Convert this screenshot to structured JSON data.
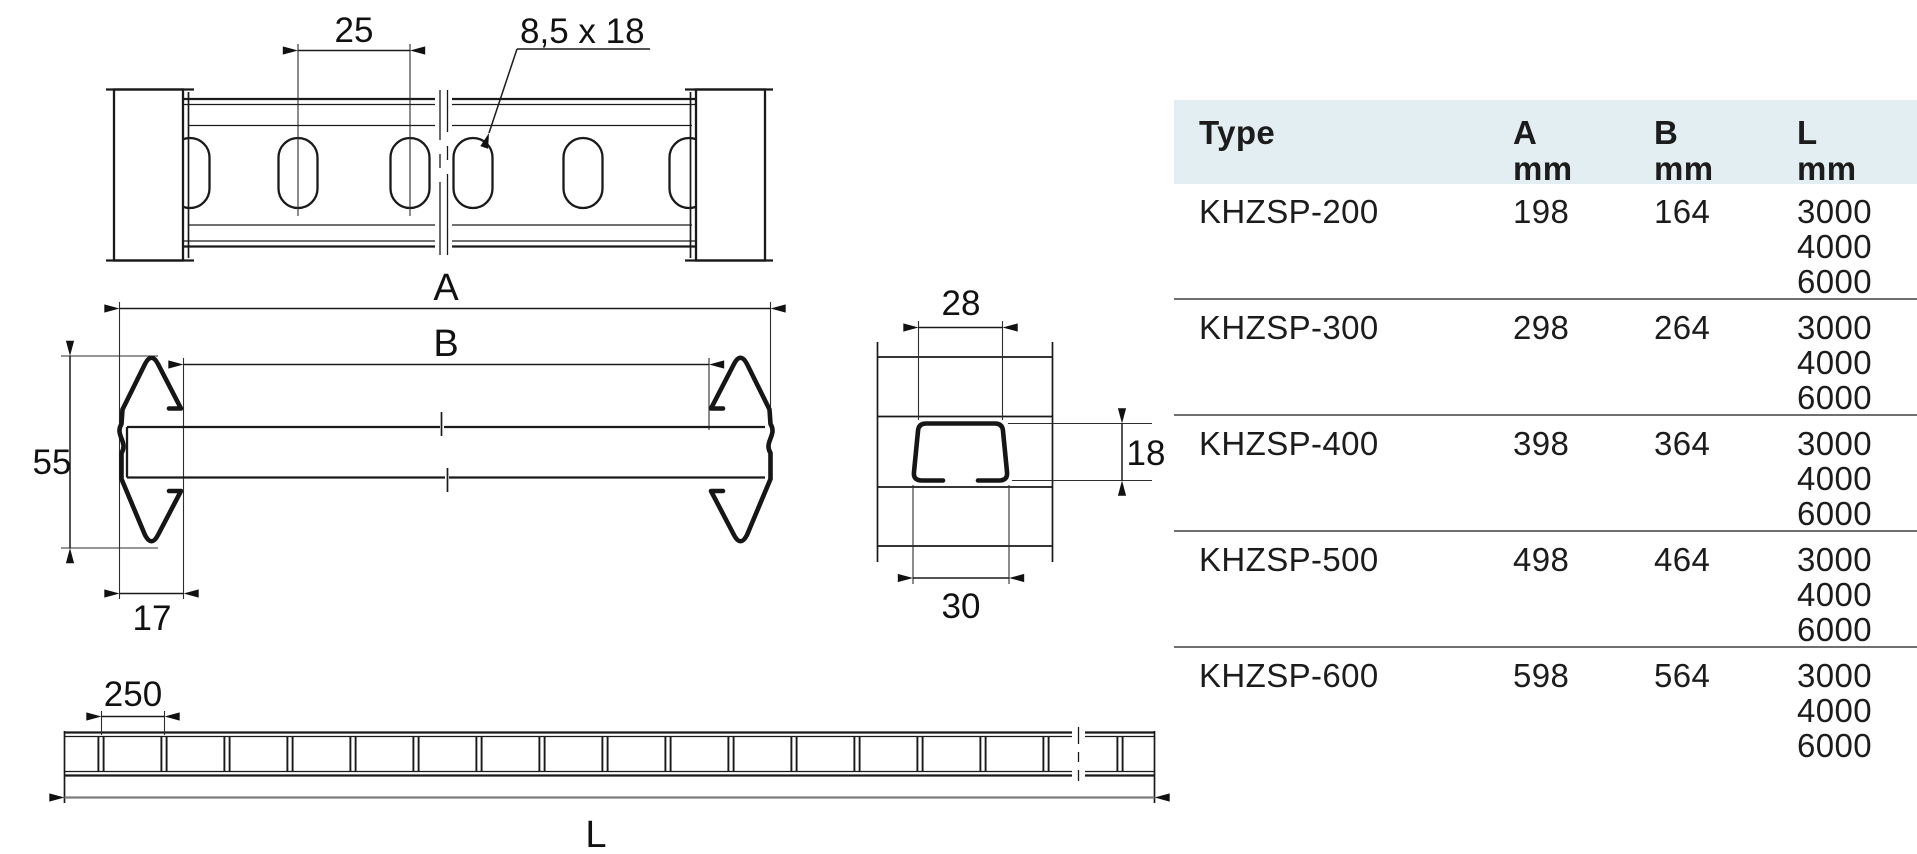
{
  "table": {
    "header": {
      "col_type": "Type",
      "col_a": "A",
      "col_b": "B",
      "col_l": "L",
      "unit": "mm"
    },
    "rows": [
      {
        "type": "KHZSP-200",
        "a": "198",
        "b": "164",
        "l": [
          "3000",
          "4000",
          "6000"
        ]
      },
      {
        "type": "KHZSP-300",
        "a": "298",
        "b": "264",
        "l": [
          "3000",
          "4000",
          "6000"
        ]
      },
      {
        "type": "KHZSP-400",
        "a": "398",
        "b": "364",
        "l": [
          "3000",
          "4000",
          "6000"
        ]
      },
      {
        "type": "KHZSP-500",
        "a": "498",
        "b": "464",
        "l": [
          "3000",
          "4000",
          "6000"
        ]
      },
      {
        "type": "KHZSP-600",
        "a": "598",
        "b": "564",
        "l": [
          "3000",
          "4000",
          "6000"
        ]
      }
    ],
    "colors": {
      "header_bg": "#e2eef2",
      "divider": "#6f6f6f",
      "text": "#1c1c1c"
    }
  },
  "drawings": {
    "colors": {
      "line": "#1a1a1a",
      "length_dim_line": "#7d7d7d"
    },
    "top_view": {
      "slot_pitch": "25",
      "slot_size": "8,5 x 18"
    },
    "front_view": {
      "overall_width": "A",
      "inner_width": "B",
      "rail_height": "55",
      "rail_width": "17"
    },
    "rung_section": {
      "top_width": "28",
      "height": "18",
      "bottom_width": "30"
    },
    "side_view": {
      "rung_spacing": "250",
      "length": "L"
    }
  }
}
